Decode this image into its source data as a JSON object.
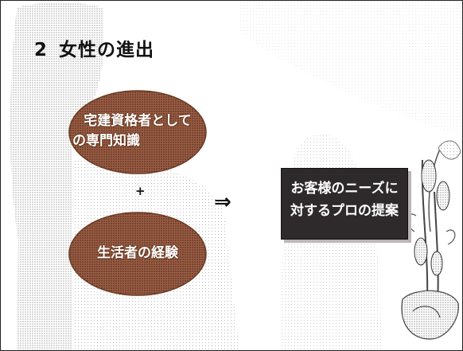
{
  "slide": {
    "title_number": "2",
    "title": "女性の進出",
    "ellipse_top": {
      "line1": "宅建資格者として",
      "line2": "の専門知識"
    },
    "plus": "+",
    "ellipse_bottom": {
      "text": "生活者の経験"
    },
    "arrow": "⇒",
    "result_box": {
      "line1": "お客様のニーズに",
      "line2": "対するプロの提案"
    }
  },
  "colors": {
    "ellipse_fill": "#9a5e45",
    "ellipse_edge": "#6b3a22",
    "box_fill": "#2e2a2c",
    "background_shape": "#cfcfcf"
  }
}
